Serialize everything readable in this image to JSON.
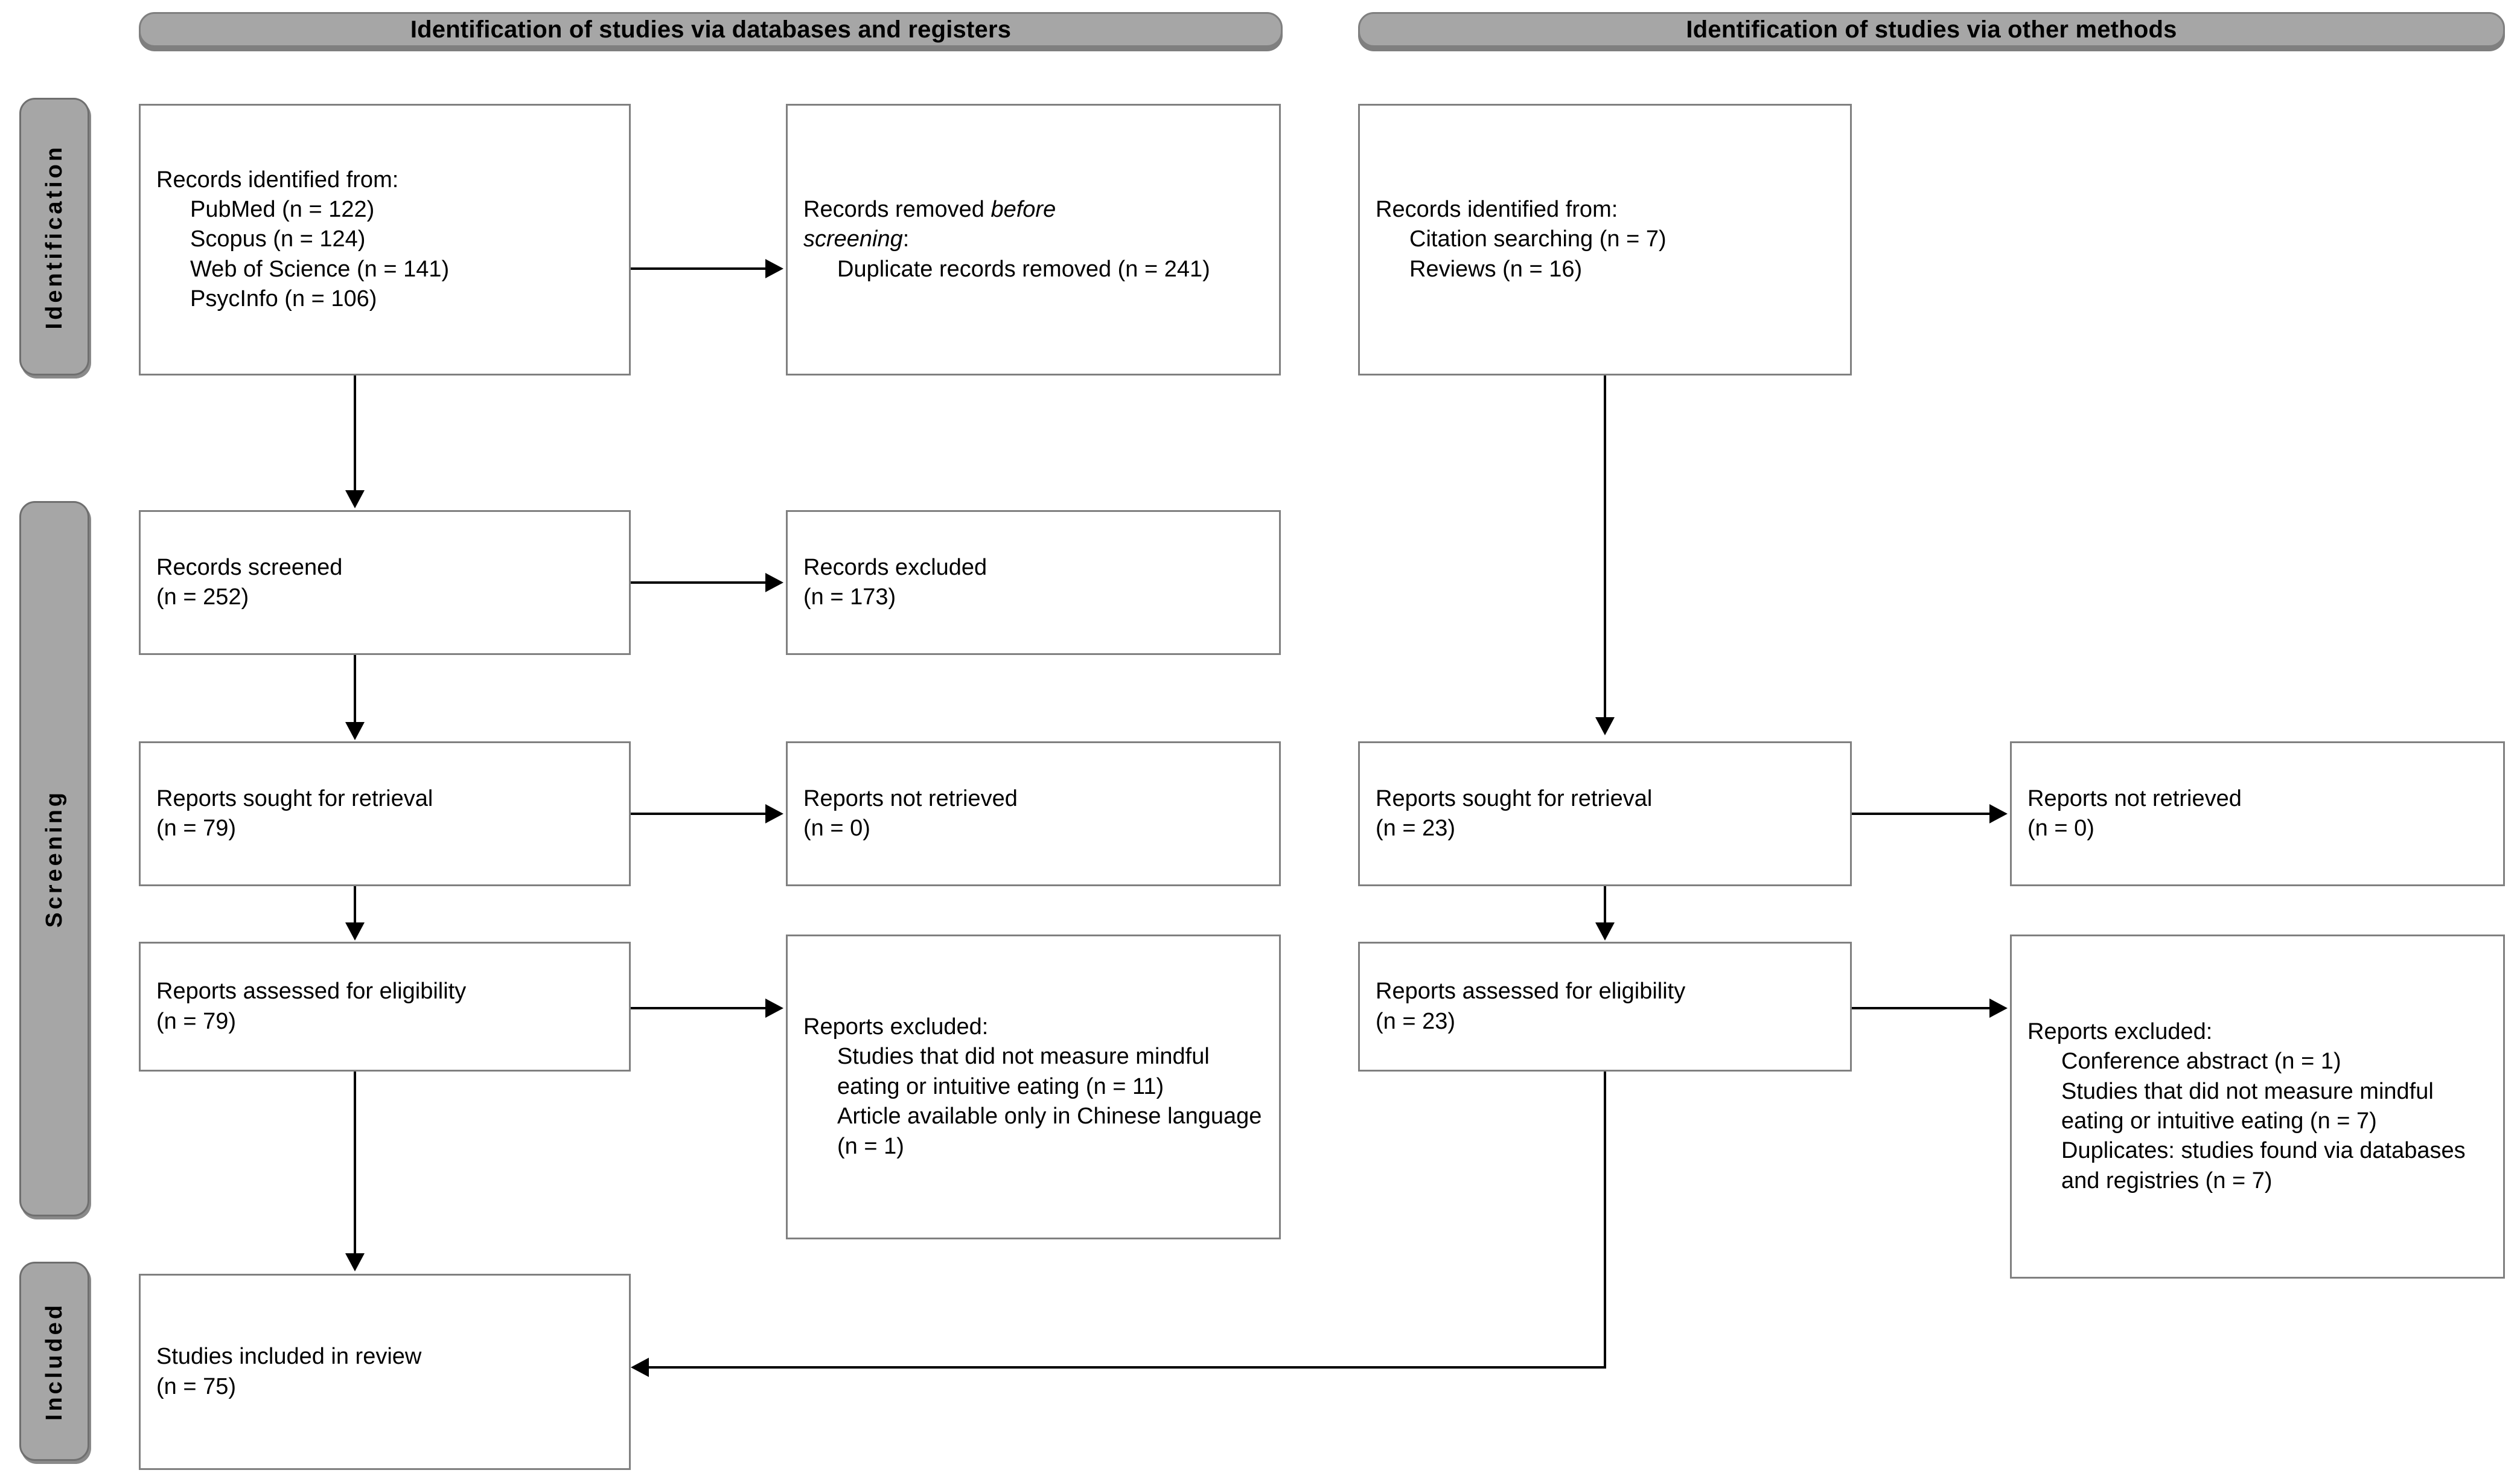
{
  "diagram": {
    "type": "prisma-flow-diagram",
    "title": "PRISMA 2020 flow diagram"
  },
  "colors": {
    "pill_fill": "#a6a6a6",
    "pill_border": "#7f7f7f",
    "box_border": "#808080",
    "connector": "#000000",
    "background": "#ffffff"
  },
  "headers": [
    {
      "id": "header-databases",
      "label": "Identification of studies via databases and registers"
    },
    {
      "id": "header-other",
      "label": "Identification of studies via other methods"
    }
  ],
  "stages": [
    {
      "id": "stage-identification",
      "label": "Identification"
    },
    {
      "id": "stage-screening",
      "label": "Screening"
    },
    {
      "id": "stage-included",
      "label": "Included"
    }
  ],
  "nodes": {
    "records_identified_db": {
      "lines": [
        {
          "text": "Records identified from:",
          "indent": false
        },
        {
          "text": "PubMed (n = 122)",
          "indent": true
        },
        {
          "text": "Scopus (n = 124)",
          "indent": true
        },
        {
          "text": "Web of Science (n = 141)",
          "indent": true
        },
        {
          "text": "PsycInfo (n = 106)",
          "indent": true
        }
      ]
    },
    "records_removed": {
      "line1_plain": "Records removed ",
      "line1_italic": "before",
      "line2_italic": "screening",
      "line2_plain": ":",
      "line3": "Duplicate records removed (n = 241)"
    },
    "records_identified_other": {
      "lines": [
        {
          "text": "Records identified from:",
          "indent": false
        },
        {
          "text": "Citation searching (n = 7)",
          "indent": true
        },
        {
          "text": "Reviews (n = 16)",
          "indent": true
        }
      ]
    },
    "records_screened": {
      "lines": [
        {
          "text": "Records screened",
          "indent": false
        },
        {
          "text": "(n = 252)",
          "indent": false
        }
      ]
    },
    "records_excluded": {
      "lines": [
        {
          "text": "Records excluded",
          "indent": false
        },
        {
          "text": "(n = 173)",
          "indent": false
        }
      ]
    },
    "reports_sought_db": {
      "lines": [
        {
          "text": "Reports sought for retrieval",
          "indent": false
        },
        {
          "text": "(n = 79)",
          "indent": false
        }
      ]
    },
    "reports_not_retrieved_db": {
      "lines": [
        {
          "text": "Reports not retrieved",
          "indent": false
        },
        {
          "text": "(n = 0)",
          "indent": false
        }
      ]
    },
    "reports_sought_other": {
      "lines": [
        {
          "text": "Reports sought for retrieval",
          "indent": false
        },
        {
          "text": "(n = 23)",
          "indent": false
        }
      ]
    },
    "reports_not_retrieved_other": {
      "lines": [
        {
          "text": "Reports not retrieved",
          "indent": false
        },
        {
          "text": "(n = 0)",
          "indent": false
        }
      ]
    },
    "reports_assessed_db": {
      "lines": [
        {
          "text": "Reports assessed for eligibility",
          "indent": false
        },
        {
          "text": "(n = 79)",
          "indent": false
        }
      ]
    },
    "reports_excluded_db": {
      "lines": [
        {
          "text": "Reports excluded:",
          "indent": false
        },
        {
          "text": "Studies that did not measure mindful eating or intuitive eating (n = 11)",
          "indent": true
        },
        {
          "text": "Article available only in Chinese language (n = 1)",
          "indent": true
        }
      ]
    },
    "reports_assessed_other": {
      "lines": [
        {
          "text": "Reports assessed for eligibility",
          "indent": false
        },
        {
          "text": "(n = 23)",
          "indent": false
        }
      ]
    },
    "reports_excluded_other": {
      "lines": [
        {
          "text": "Reports excluded:",
          "indent": false
        },
        {
          "text": "Conference abstract (n = 1)",
          "indent": true
        },
        {
          "text": "Studies that did not measure mindful eating or intuitive eating (n = 7)",
          "indent": true
        },
        {
          "text": "Duplicates: studies found via databases and registries (n = 7)",
          "indent": true
        }
      ]
    },
    "studies_included": {
      "lines": [
        {
          "text": "Studies included in review",
          "indent": false
        },
        {
          "text": "(n = 75)",
          "indent": false
        }
      ]
    }
  },
  "counts": {
    "pubmed": 122,
    "scopus": 124,
    "web_of_science": 141,
    "psycinfo": 106,
    "duplicates_removed": 241,
    "citation_searching": 7,
    "reviews": 16,
    "records_screened": 252,
    "records_excluded": 173,
    "reports_sought_db": 79,
    "reports_not_retrieved_db": 0,
    "reports_sought_other": 23,
    "reports_not_retrieved_other": 0,
    "reports_assessed_db": 79,
    "reports_assessed_other": 23,
    "excluded_no_measure_db": 11,
    "excluded_chinese_only": 1,
    "excluded_conference_abstract": 1,
    "excluded_no_measure_other": 7,
    "excluded_duplicates_other": 7,
    "studies_included": 75
  }
}
